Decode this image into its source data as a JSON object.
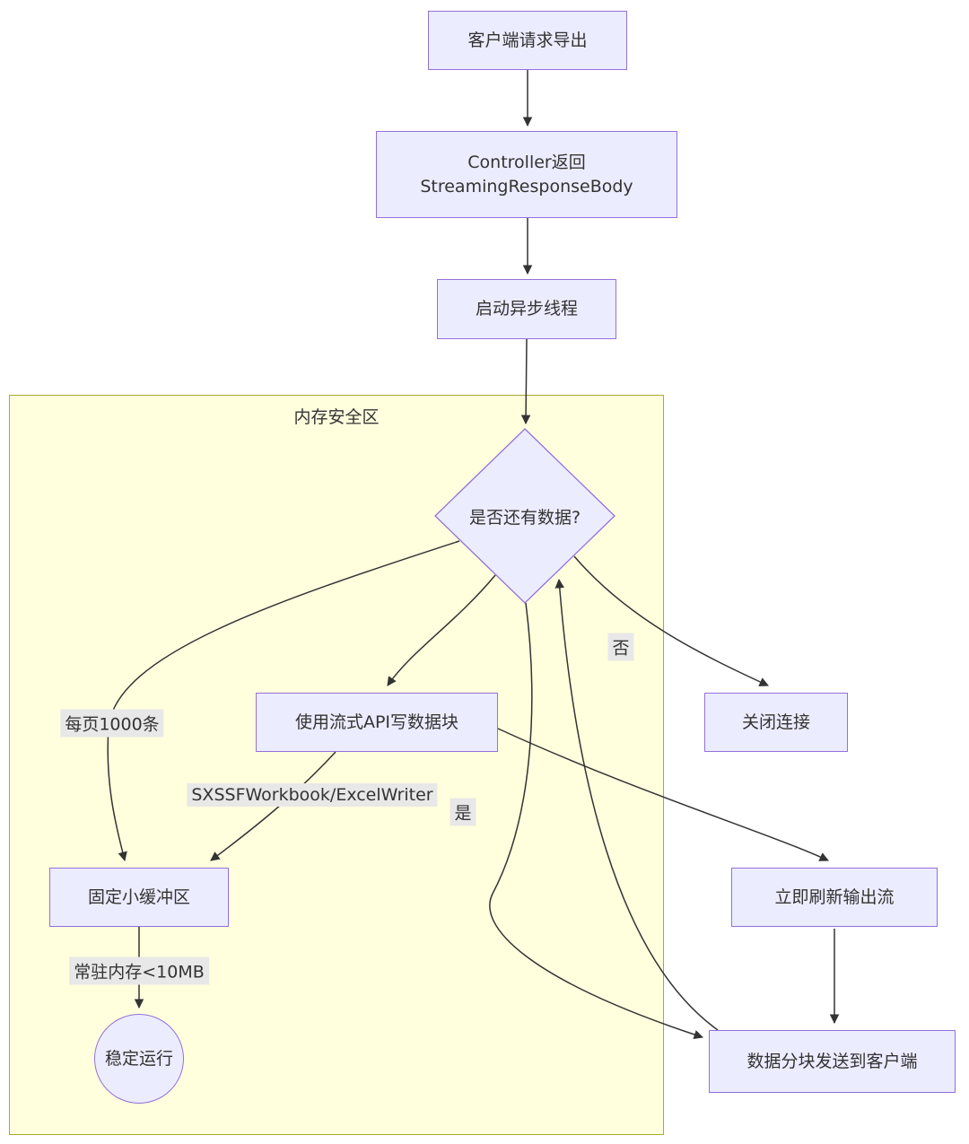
{
  "diagram": {
    "type": "flowchart",
    "subgraph_title": "内存安全区",
    "nodes": {
      "client_request": "客户端请求导出",
      "controller": "Controller返回\nStreamingResponseBody",
      "async_thread": "启动异步线程",
      "has_data": "是否还有数据?",
      "stream_api": "使用流式API写数据块",
      "close_conn": "关闭连接",
      "buffer": "固定小缓冲区",
      "flush": "立即刷新输出流",
      "send_chunks": "数据分块发送到客户端",
      "stable": "稳定运行"
    },
    "edge_labels": {
      "page_size": "每页1000条",
      "writer": "SXSSFWorkbook/ExcelWriter",
      "yes": "是",
      "no": "否",
      "memory": "常驻内存<10MB"
    },
    "colors": {
      "node_fill": "#ECECFF",
      "node_border": "#9370DB",
      "subgraph_fill": "#FFFFDE",
      "subgraph_border": "#AAAA33",
      "edge_stroke": "#333333",
      "edge_label_bg": "#E8E8E8",
      "text": "#333333"
    }
  }
}
